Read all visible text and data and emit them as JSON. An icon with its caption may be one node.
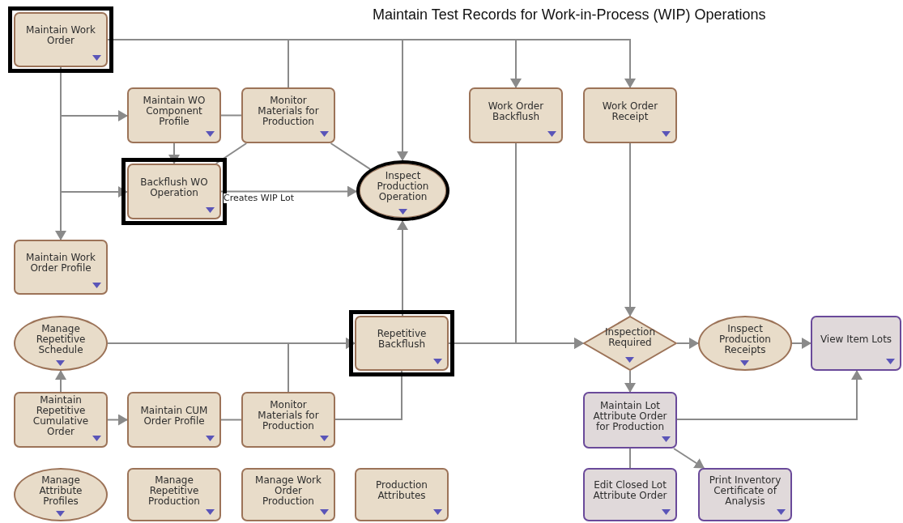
{
  "diagram": {
    "title": "Maintain Test Records for Work-in-Process (WIP) Operations",
    "nodes": [
      {
        "text": [
          "Maintain Work Order"
        ]
      },
      {
        "text": [
          "Maintain WO Component Profile"
        ]
      },
      {
        "text": [
          "Monitor Materials for Production"
        ]
      },
      {
        "text": [
          "Work Order Backflush"
        ]
      },
      {
        "text": [
          "Work Order Receipt"
        ]
      },
      {
        "text": [
          "Backflush WO Operation"
        ]
      },
      {
        "text": [
          "Inspect Production Operation"
        ]
      },
      {
        "text": [
          "Maintain Work Order Profile"
        ]
      },
      {
        "text": [
          "Manage Repetitive Schedule"
        ]
      },
      {
        "text": [
          "Repetitive Backflush"
        ]
      },
      {
        "text": [
          "Inspection Required"
        ]
      },
      {
        "text": [
          "Inspect Production Receipts"
        ]
      },
      {
        "text": [
          "View Item Lots"
        ]
      },
      {
        "text": [
          "Maintain Repetitive Cumulative Order"
        ]
      },
      {
        "text": [
          "Maintain CUM Order Profile"
        ]
      },
      {
        "text": [
          "Monitor Materials for Production"
        ]
      },
      {
        "text": [
          "Maintain Lot Attribute Order for Production"
        ]
      },
      {
        "text": [
          "Manage Attribute Profiles"
        ]
      },
      {
        "text": [
          "Manage Repetitive Production"
        ]
      },
      {
        "text": [
          "Manage Work Order Production"
        ]
      },
      {
        "text": [
          "Production Attributes"
        ]
      },
      {
        "text": [
          "Edit Closed Lot Attribute Order"
        ]
      },
      {
        "text": [
          "Print Inventory Certificate of Analysis"
        ]
      }
    ],
    "edges": [
      {
        "from": 0,
        "to": 3,
        "arrow": "to"
      },
      {
        "from": 0,
        "to": 4,
        "arrow": "to"
      },
      {
        "from": 0,
        "to": 6,
        "arrow": "to"
      },
      {
        "from": 0,
        "to": 1,
        "arrow": "to"
      },
      {
        "from": 0,
        "to": 5,
        "arrow": "to"
      },
      {
        "from": 0,
        "to": 7,
        "arrow": "to"
      },
      {
        "from": 2,
        "to": 0,
        "arrow": "none"
      },
      {
        "from": 1,
        "to": 2,
        "arrow": "none"
      },
      {
        "from": 1,
        "to": 5,
        "arrow": "to"
      },
      {
        "from": 2,
        "to": 5,
        "arrow": "none"
      },
      {
        "from": 2,
        "to": 6,
        "arrow": "none"
      },
      {
        "from": 5,
        "to": 6,
        "arrow": "to",
        "label": "Creates WIP Lot"
      },
      {
        "from": 9,
        "to": 6,
        "arrow": "to"
      },
      {
        "from": 8,
        "to": 9,
        "arrow": "to"
      },
      {
        "from": 15,
        "to": 9,
        "arrow": "to"
      },
      {
        "from": 13,
        "to": 8,
        "arrow": "to"
      },
      {
        "from": 13,
        "to": 14,
        "arrow": "to"
      },
      {
        "from": 14,
        "to": 15,
        "arrow": "none"
      },
      {
        "from": 15,
        "to": 9,
        "arrow": "none"
      },
      {
        "from": 9,
        "to": 10,
        "arrow": "to"
      },
      {
        "from": 3,
        "to": 10,
        "arrow": "to"
      },
      {
        "from": 4,
        "to": 10,
        "arrow": "to"
      },
      {
        "from": 10,
        "to": 11,
        "arrow": "to"
      },
      {
        "from": 11,
        "to": 12,
        "arrow": "to"
      },
      {
        "from": 10,
        "to": 16,
        "arrow": "to"
      },
      {
        "from": 16,
        "to": 12,
        "arrow": "to"
      },
      {
        "from": 16,
        "to": 21,
        "arrow": "none"
      },
      {
        "from": 16,
        "to": 22,
        "arrow": "to"
      }
    ]
  }
}
